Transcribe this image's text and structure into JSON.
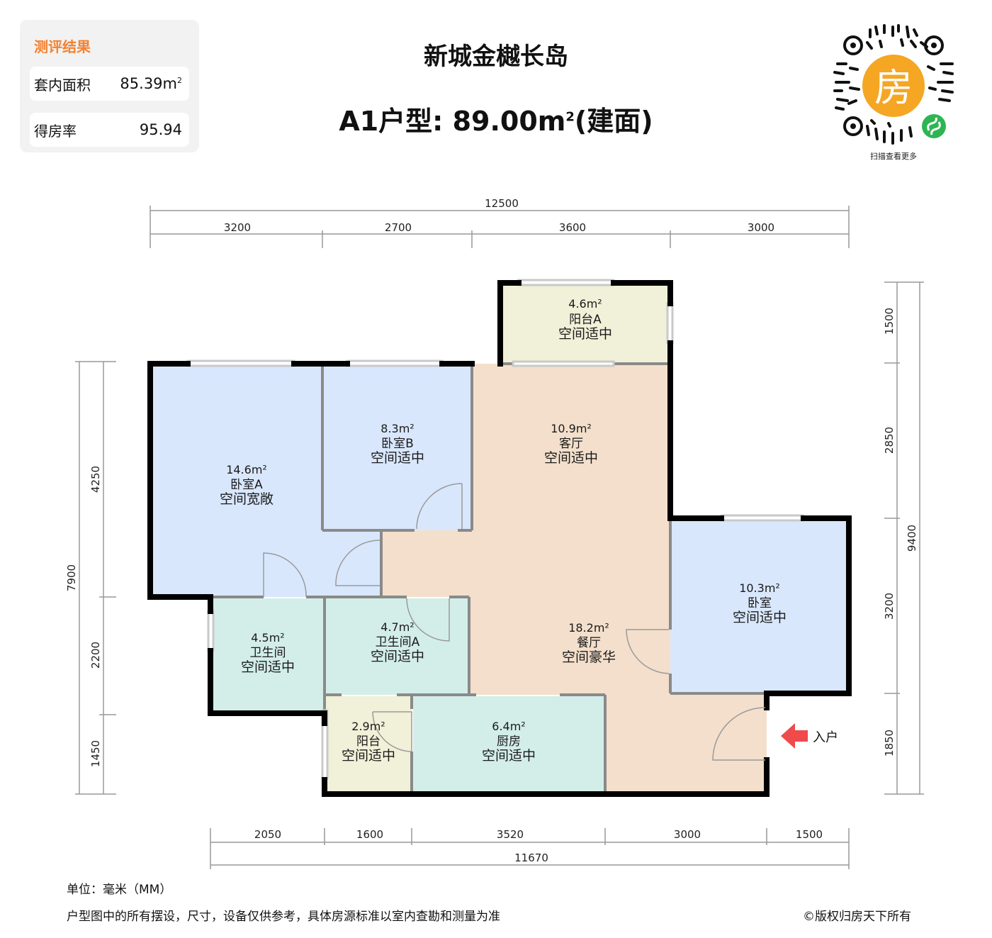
{
  "result_card": {
    "title": "测评结果",
    "rows": [
      {
        "label": "套内面积",
        "value": "85.39m",
        "unit_sup": "2"
      },
      {
        "label": "得房率",
        "value": "95.94",
        "unit_sup": ""
      }
    ]
  },
  "header": {
    "project_name": "新城金樾长岛",
    "unit_type": "A1户型: 89.00m",
    "unit_type_sup": "2",
    "unit_type_suffix": "(建面)"
  },
  "qr": {
    "center_char": "房",
    "caption": "扫描查看更多",
    "colors": {
      "center": "#f5a623",
      "badge": "#2db553"
    }
  },
  "colors": {
    "bedroom": "#d9e7fd",
    "living": "#f3dfcb",
    "bathroom": "#d3eee9",
    "balcony": "#f1f0d8",
    "wall": "#000000",
    "accent_orange": "#f5812f",
    "entry_arrow": "#f04a4a"
  },
  "rooms": [
    {
      "id": "bedroom-a",
      "area": "14.6m²",
      "name": "卧室A",
      "rating": "空间宽敞"
    },
    {
      "id": "bedroom-b",
      "area": "8.3m²",
      "name": "卧室B",
      "rating": "空间适中"
    },
    {
      "id": "balcony-a",
      "area": "4.6m²",
      "name": "阳台A",
      "rating": "空间适中"
    },
    {
      "id": "living-room",
      "area": "10.9m²",
      "name": "客厅",
      "rating": "空间适中"
    },
    {
      "id": "bedroom",
      "area": "10.3m²",
      "name": "卧室",
      "rating": "空间适中"
    },
    {
      "id": "dining-room",
      "area": "18.2m²",
      "name": "餐厅",
      "rating": "空间豪华"
    },
    {
      "id": "bathroom",
      "area": "4.5m²",
      "name": "卫生间",
      "rating": "空间适中"
    },
    {
      "id": "bathroom-a",
      "area": "4.7m²",
      "name": "卫生间A",
      "rating": "空间适中"
    },
    {
      "id": "balcony",
      "area": "2.9m²",
      "name": "阳台",
      "rating": "空间适中"
    },
    {
      "id": "kitchen",
      "area": "6.4m²",
      "name": "厨房",
      "rating": "空间适中"
    }
  ],
  "entry_label": "入户",
  "dimensions": {
    "top_total": "12500",
    "top": [
      "3200",
      "2700",
      "3600",
      "3000"
    ],
    "bottom": [
      "2050",
      "1600",
      "3520",
      "3000",
      "1500"
    ],
    "bottom_total": "11670",
    "left_total": "7900",
    "left": [
      "4250",
      "2200",
      "1450"
    ],
    "right_total": "9400",
    "right": [
      "1500",
      "2850",
      "3200",
      "1850"
    ]
  },
  "footer": {
    "unit": "单位：毫米（MM）",
    "note": "户型图中的所有摆设，尺寸，设备仅供参考，具体房源标准以室内查勘和测量为准",
    "copyright": "©版权归房天下所有"
  }
}
